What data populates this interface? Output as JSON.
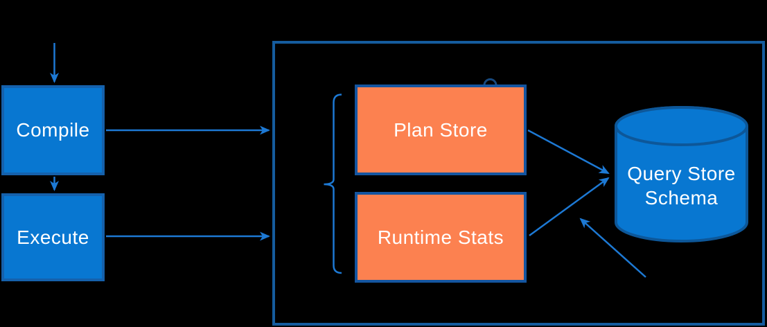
{
  "diagram": {
    "kind": "architecture-flow",
    "background_black": true,
    "nodes": {
      "compile": {
        "label": "Compile",
        "shape": "rectangle",
        "fill": "#0877d1"
      },
      "execute": {
        "label": "Execute",
        "shape": "rectangle",
        "fill": "#0877d1"
      },
      "plan_store": {
        "label": "Plan Store",
        "shape": "rectangle",
        "fill": "#fc8150"
      },
      "runtime_stats": {
        "label": "Runtime Stats",
        "shape": "rectangle",
        "fill": "#fc8150"
      },
      "schema": {
        "label_line1": "Query Store",
        "label_line2": "Schema",
        "shape": "database-cylinder",
        "fill": "#0877d1"
      }
    },
    "container": {
      "holds": [
        "plan_store",
        "runtime_stats",
        "schema"
      ],
      "border": "#155c9e"
    },
    "bracket": {
      "type": "left-curly-bracket",
      "groups": [
        "plan_store",
        "runtime_stats"
      ]
    },
    "edges": [
      {
        "from": "start",
        "to": "compile",
        "style": "arrow-down"
      },
      {
        "from": "compile",
        "to": "execute",
        "style": "arrow-down"
      },
      {
        "from": "compile",
        "to": "container",
        "style": "arrow-right"
      },
      {
        "from": "execute",
        "to": "container",
        "style": "arrow-right"
      },
      {
        "from": "plan_store",
        "to": "schema",
        "style": "arrow"
      },
      {
        "from": "runtime_stats",
        "to": "schema",
        "style": "arrow"
      },
      {
        "from": "bottom-right",
        "to": "schema-arrows",
        "style": "annotation-arrow-up-left"
      }
    ],
    "decorations": [
      {
        "type": "line-jump-arc",
        "on": "plan_store-top-border"
      }
    ]
  },
  "colors": {
    "background": "#000000",
    "node_fill": "#0877d1",
    "node_border": "#1561ac",
    "orange_fill": "#fc8150",
    "orange_border": "#1455a0",
    "container_border": "#155c9e",
    "cylinder_border": "#0d5799",
    "arrow": "#1d79d4",
    "bracket": "#1d79d4",
    "jump_arc": "#17497e",
    "text": "#ffffff"
  }
}
